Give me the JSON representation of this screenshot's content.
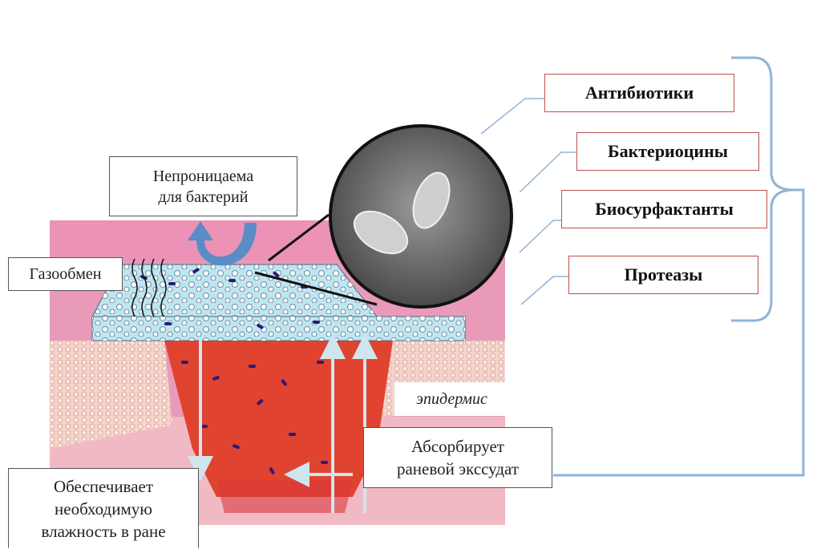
{
  "labels": {
    "impermeable": "Непроницаема\nдля бактерий",
    "gas_exchange": "Газообмен",
    "moisture": "Обеспечивает\nнеобходимую\nвлажность в ране",
    "absorbs": "Абсорбирует\nраневой экссудат",
    "epidermis": "эпидермис"
  },
  "agents": [
    "Антибиотики",
    "Бактериоцины",
    "Биосурфактанты",
    "Протеазы"
  ],
  "colors": {
    "skin_pink": "#e89ab8",
    "wound_red": "#e0432f",
    "dressing_blue": "#bfe6f0",
    "bacteria": "#2a1a7a",
    "agent_border": "#c0504d",
    "connector": "#8fb4d8",
    "bracket": "#8fb4d8",
    "arrow_blue": "#4a8cc8"
  }
}
